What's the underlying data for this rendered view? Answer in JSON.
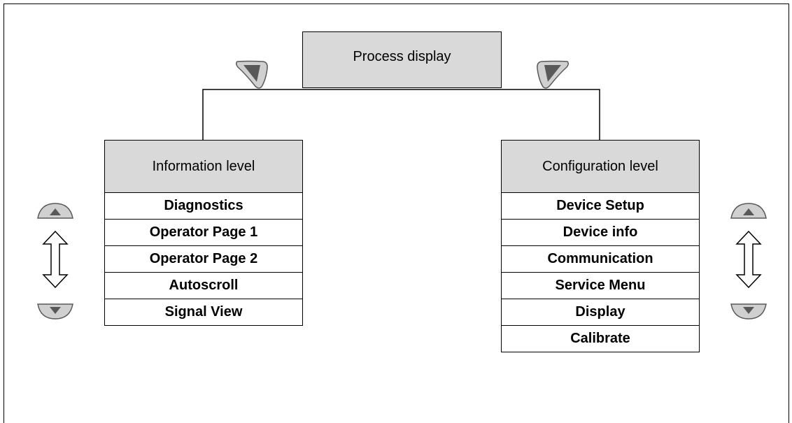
{
  "process": {
    "label": "Process display"
  },
  "info": {
    "header": "Information level",
    "items": [
      "Diagnostics",
      "Operator Page 1",
      "Operator Page 2",
      "Autoscroll",
      "Signal View"
    ]
  },
  "config": {
    "header": "Configuration level",
    "items": [
      "Device Setup",
      "Device info",
      "Communication",
      "Service Menu",
      "Display",
      "Calibrate"
    ]
  },
  "icons": {
    "left_key": "left-arrow-key-icon",
    "right_key": "right-arrow-key-icon",
    "up_key": "up-arrow-key-icon",
    "down_key": "down-arrow-key-icon",
    "updown": "up-down-double-arrow-icon"
  },
  "colors": {
    "header_fill": "#d9d9d9",
    "key_fill": "#d0d0d0",
    "key_arrow": "#595959"
  }
}
